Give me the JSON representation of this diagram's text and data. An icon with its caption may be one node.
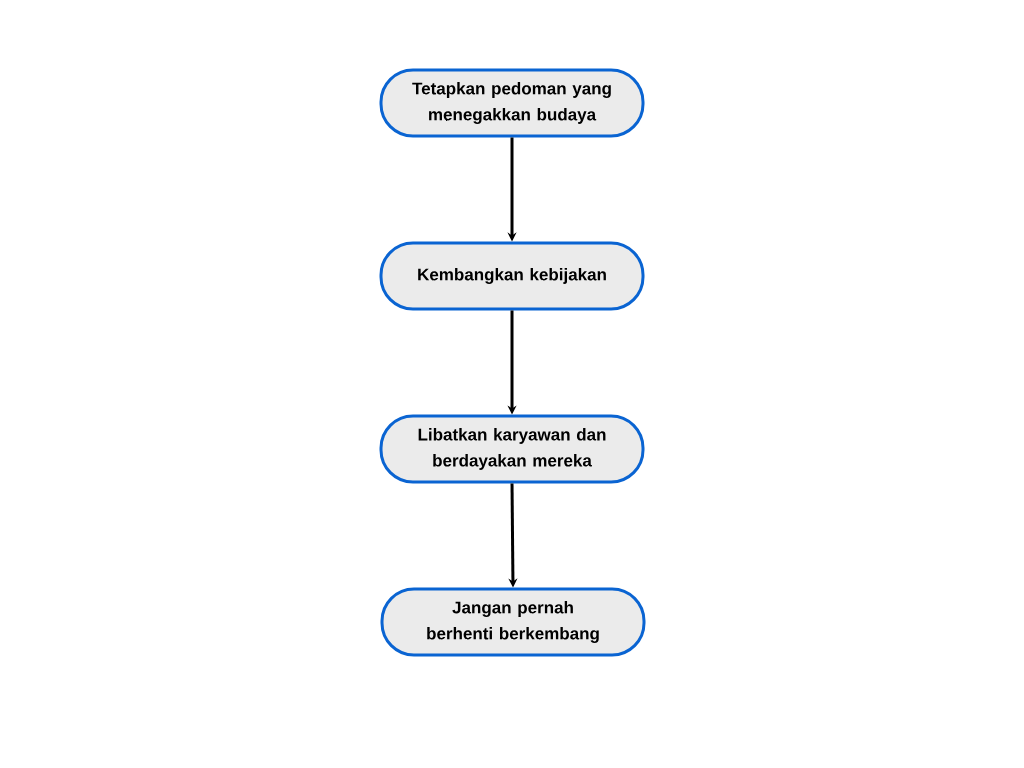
{
  "diagram": {
    "nodes": [
      {
        "text": [
          "Tetapkan pedoman yang menegakkan budaya"
        ]
      },
      {
        "text": [
          "Kembangkan kebijakan"
        ]
      },
      {
        "text": [
          "Libatkan karyawan dan berdayakan mereka"
        ]
      },
      {
        "text": [
          "Jangan pernah berhenti berkembang"
        ]
      }
    ],
    "edges": [
      {
        "from": 0,
        "to": 1,
        "arrow": "to"
      },
      {
        "from": 1,
        "to": 2,
        "arrow": "to"
      },
      {
        "from": 2,
        "to": 3,
        "arrow": "to"
      }
    ]
  }
}
